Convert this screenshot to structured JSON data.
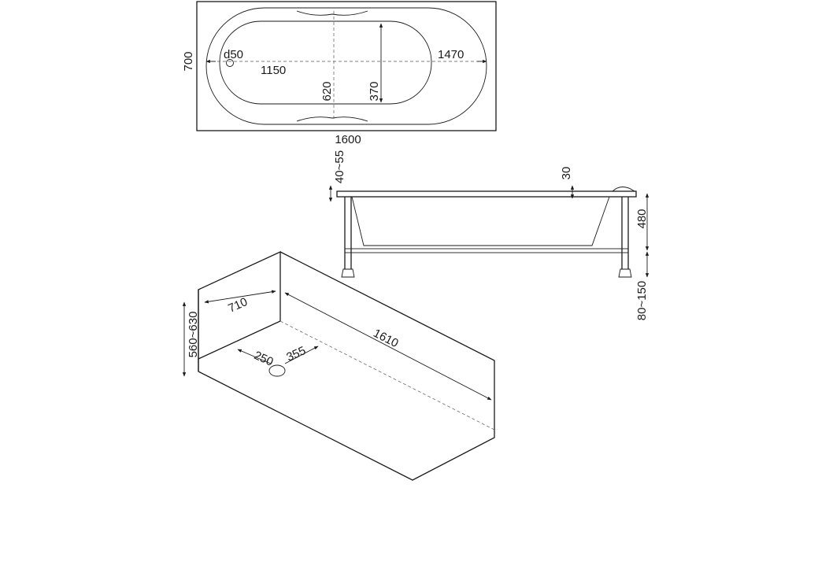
{
  "top_view": {
    "length": "1600",
    "width": "700",
    "drain": "d50",
    "inner_length": "1150",
    "outer_length": "1470",
    "inner_width": "620",
    "half_width": "370"
  },
  "side_view": {
    "rim_height": "40~55",
    "rim_thickness": "30",
    "tub_depth": "480",
    "leg_height": "80~150"
  },
  "iso_view": {
    "width": "710",
    "length": "1610",
    "height": "560~630",
    "drain_x": "250",
    "drain_y": "355"
  }
}
